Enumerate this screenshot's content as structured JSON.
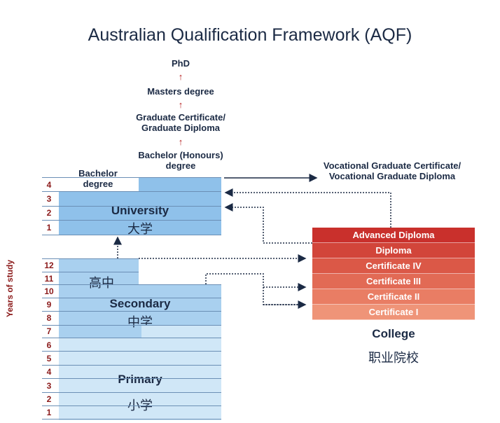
{
  "title": "Australian Qualification Framework (AQF)",
  "higher_path": [
    "PhD",
    "Masters degree",
    "Graduate Certificate/ Graduate Diploma",
    "Bachelor (Honours) degree"
  ],
  "higher_path_lines": {
    "phd": "PhD",
    "masters": "Masters degree",
    "grad_1": "Graduate Certificate/",
    "grad_2": "Graduate Diploma",
    "honours_1": "Bachelor (Honours)",
    "honours_2": "degree"
  },
  "arrow_glyph": "↑",
  "vocational_graduate": {
    "line1": "Vocational Graduate Certificate/",
    "line2": "Vocational Graduate Diploma"
  },
  "bachelor": {
    "line1": "Bachelor",
    "line2": "degree"
  },
  "university": {
    "label": "University",
    "label_zh": "大学",
    "years": [
      "4",
      "3",
      "2",
      "1"
    ]
  },
  "high_school_zh": "高中",
  "secondary": {
    "label": "Secondary",
    "label_zh": "中学",
    "years": [
      "12",
      "11",
      "10",
      "9",
      "8",
      "7"
    ]
  },
  "primary": {
    "label": "Primary",
    "label_zh": "小学",
    "years": [
      "6",
      "5",
      "4",
      "3",
      "2",
      "1"
    ]
  },
  "years_of_study_label": "Years of study",
  "college": {
    "label": "College",
    "label_zh": "职业院校",
    "levels": [
      "Advanced Diploma",
      "Diploma",
      "Certificate IV",
      "Certificate III",
      "Certificate II",
      "Certificate I"
    ],
    "colors": [
      "#c9302c",
      "#d2453a",
      "#db5847",
      "#e26a55",
      "#e97d64",
      "#ef9478"
    ]
  },
  "colors": {
    "navy": "#1b2a44",
    "maroon": "#8b1a1a",
    "university": "#8fc1ea",
    "secondary": "#a9d0ef",
    "primary": "#d0e7f7"
  }
}
